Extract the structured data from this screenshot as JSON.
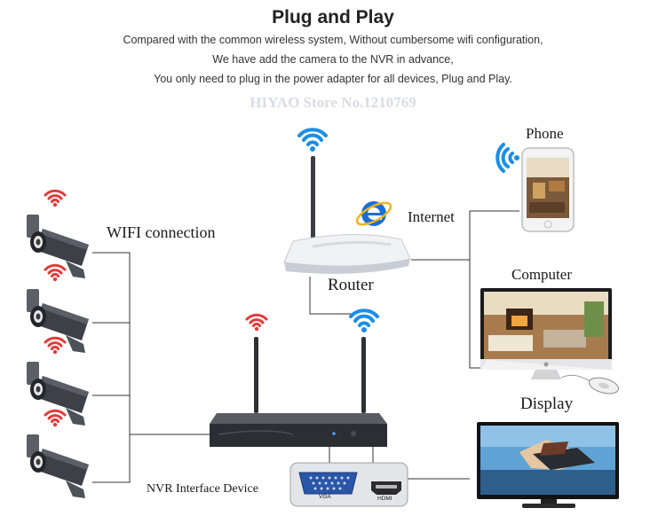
{
  "header": {
    "title": "Plug and Play",
    "lines": [
      "Compared with the common wireless system, Without cumbersome wifi configuration,",
      "We have add the camera to the NVR in advance,",
      "You only need to plug in the power adapter for all devices, Plug and Play."
    ],
    "watermark": "HIYAO Store No.1210769"
  },
  "labels": {
    "wifi_connection": "WIFI connection",
    "router": "Router",
    "internet": "Internet",
    "phone": "Phone",
    "computer": "Computer",
    "display": "Display",
    "nvr": "NVR Interface Device",
    "vga": "VGA",
    "hdmi": "HDMI"
  },
  "icons": [
    "wifi-icon",
    "camera-icon",
    "router-icon",
    "internet-explorer-icon",
    "phone-icon",
    "computer-icon",
    "mouse-icon",
    "tv-icon",
    "nvr-icon",
    "vga-port-icon",
    "hdmi-port-icon"
  ],
  "colors": {
    "wifi_red": "#e23b3b",
    "wifi_blue": "#1b8ee6",
    "ie_blue": "#1a6fd6",
    "line": "#333333"
  }
}
